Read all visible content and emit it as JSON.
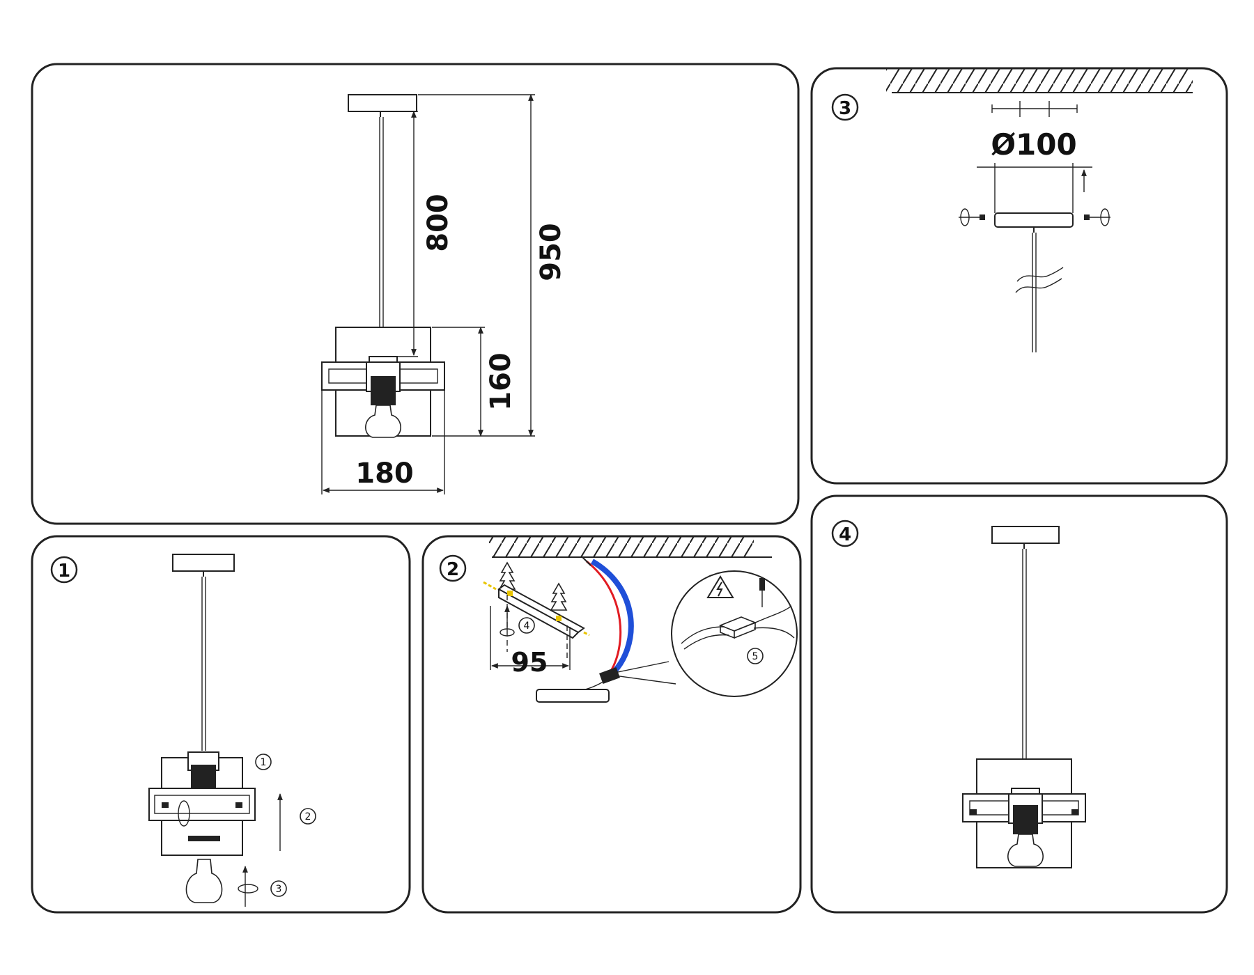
{
  "panels": {
    "overview": {
      "dimensions": {
        "drop_length": "800",
        "total_height": "950",
        "shade_height": "160",
        "shade_width": "180"
      }
    },
    "step1": {
      "step_number": "1",
      "substeps": [
        "1",
        "2",
        "3"
      ]
    },
    "step2": {
      "step_number": "2",
      "bracket_spacing": "95",
      "substeps": [
        "4",
        "5"
      ],
      "wire_colors": {
        "live": "#e11b22",
        "neutral": "#1f4fd8"
      }
    },
    "step3": {
      "step_number": "3",
      "canopy_diameter": "Ø100"
    },
    "step4": {
      "step_number": "4"
    }
  }
}
